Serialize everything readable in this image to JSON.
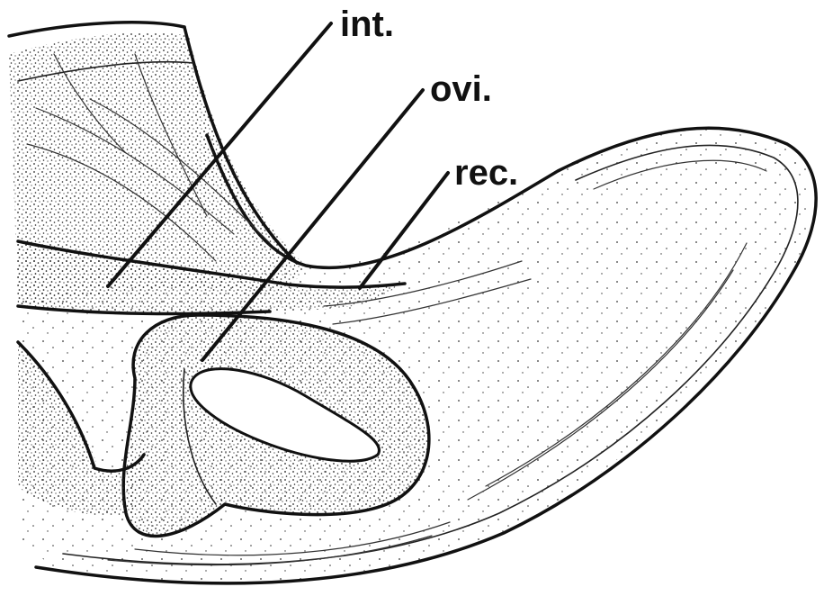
{
  "labels": {
    "intestine": "int.",
    "oviduct": "ovi.",
    "rectum": "rec."
  },
  "colors": {
    "ink": "#111111",
    "paper": "#ffffff"
  }
}
